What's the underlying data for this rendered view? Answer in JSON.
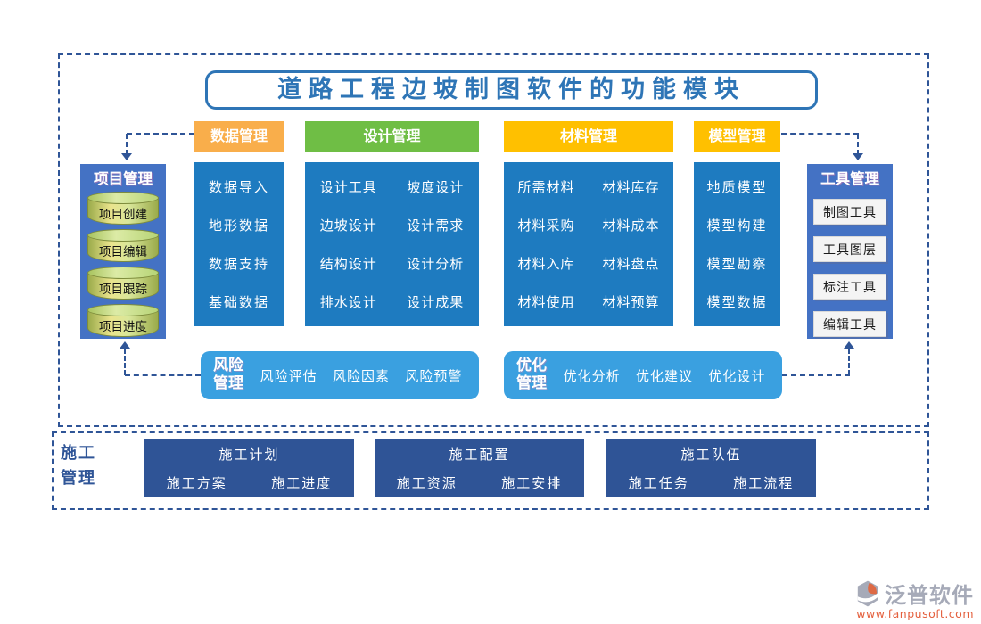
{
  "title": "道路工程边坡制图软件的功能模块",
  "columns": [
    {
      "header": "数据管理",
      "items": [
        "数据导入",
        "地形数据",
        "数据支持",
        "基础数据"
      ]
    },
    {
      "header": "设计管理",
      "rows": [
        [
          "设计工具",
          "坡度设计"
        ],
        [
          "边坡设计",
          "设计需求"
        ],
        [
          "结构设计",
          "设计分析"
        ],
        [
          "排水设计",
          "设计成果"
        ]
      ]
    },
    {
      "header": "材料管理",
      "rows": [
        [
          "所需材料",
          "材料库存"
        ],
        [
          "材料采购",
          "材料成本"
        ],
        [
          "材料入库",
          "材料盘点"
        ],
        [
          "材料使用",
          "材料预算"
        ]
      ]
    },
    {
      "header": "模型管理",
      "items": [
        "地质模型",
        "模型构建",
        "模型勘察",
        "模型数据"
      ]
    }
  ],
  "project_panel": {
    "title": "项目管理",
    "items": [
      "项目创建",
      "项目编辑",
      "项目跟踪",
      "项目进度"
    ]
  },
  "tool_panel": {
    "title": "工具管理",
    "items": [
      "制图工具",
      "工具图层",
      "标注工具",
      "编辑工具"
    ]
  },
  "risk_box": {
    "line1": "风险",
    "line2": "管理",
    "items": [
      "风险评估",
      "风险因素",
      "风险预警"
    ]
  },
  "optimize_box": {
    "line1": "优化",
    "line2": "管理",
    "items": [
      "优化分析",
      "优化建议",
      "优化设计"
    ]
  },
  "construction": {
    "label_line1": "施工",
    "label_line2": "管理",
    "groups": [
      {
        "title": "施工计划",
        "items": [
          "施工方案",
          "施工进度"
        ]
      },
      {
        "title": "施工配置",
        "items": [
          "施工资源",
          "施工安排"
        ]
      },
      {
        "title": "施工队伍",
        "items": [
          "施工任务",
          "施工流程"
        ]
      }
    ]
  },
  "logo": {
    "name": "泛普软件",
    "url": "www.fanpusoft.com"
  },
  "colors": {
    "frame_blue": "#2F5597",
    "title_blue": "#2E75B6",
    "header_orange": "#F9AE4B",
    "header_green": "#6FBE45",
    "header_gold": "#FFC000",
    "column_blue": "#1E7BC0",
    "panel_blue": "#4472C4",
    "pill_blue": "#3AA0E0",
    "navy": "#2F5496",
    "logo_gray": "#A6AAB8",
    "logo_orange": "#E4603E"
  }
}
